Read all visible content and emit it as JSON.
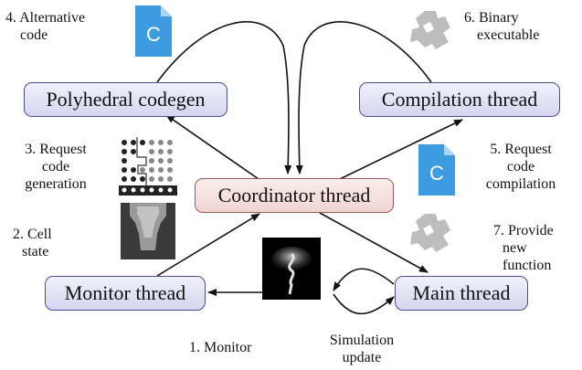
{
  "nodes": {
    "polyhedral": "Polyhedral codegen",
    "compilation": "Compilation thread",
    "coordinator": "Coordinator thread",
    "monitor": "Monitor thread",
    "main": "Main thread"
  },
  "labels": {
    "alt_code_1": "4. Alternative",
    "alt_code_2": "code",
    "binary_1": "6. Binary",
    "binary_2": "executable",
    "request_gen_1": "3. Request",
    "request_gen_2": "code",
    "request_gen_3": "generation",
    "request_comp_1": "5. Request",
    "request_comp_2": "code",
    "request_comp_3": "compilation",
    "cell_state_1": "2. Cell",
    "cell_state_2": "state",
    "provide_1": "7. Provide",
    "provide_2": "new",
    "provide_3": "function",
    "monitor_step": "1. Monitor",
    "sim_1": "Simulation",
    "sim_2": "update"
  },
  "icons": {
    "c_file_letter": "C"
  },
  "colors": {
    "node_blue_border": "#4d4d92",
    "node_red_border": "#a55555",
    "c_file": "#3d9be0",
    "binary_icon": "#bdbdbd"
  }
}
